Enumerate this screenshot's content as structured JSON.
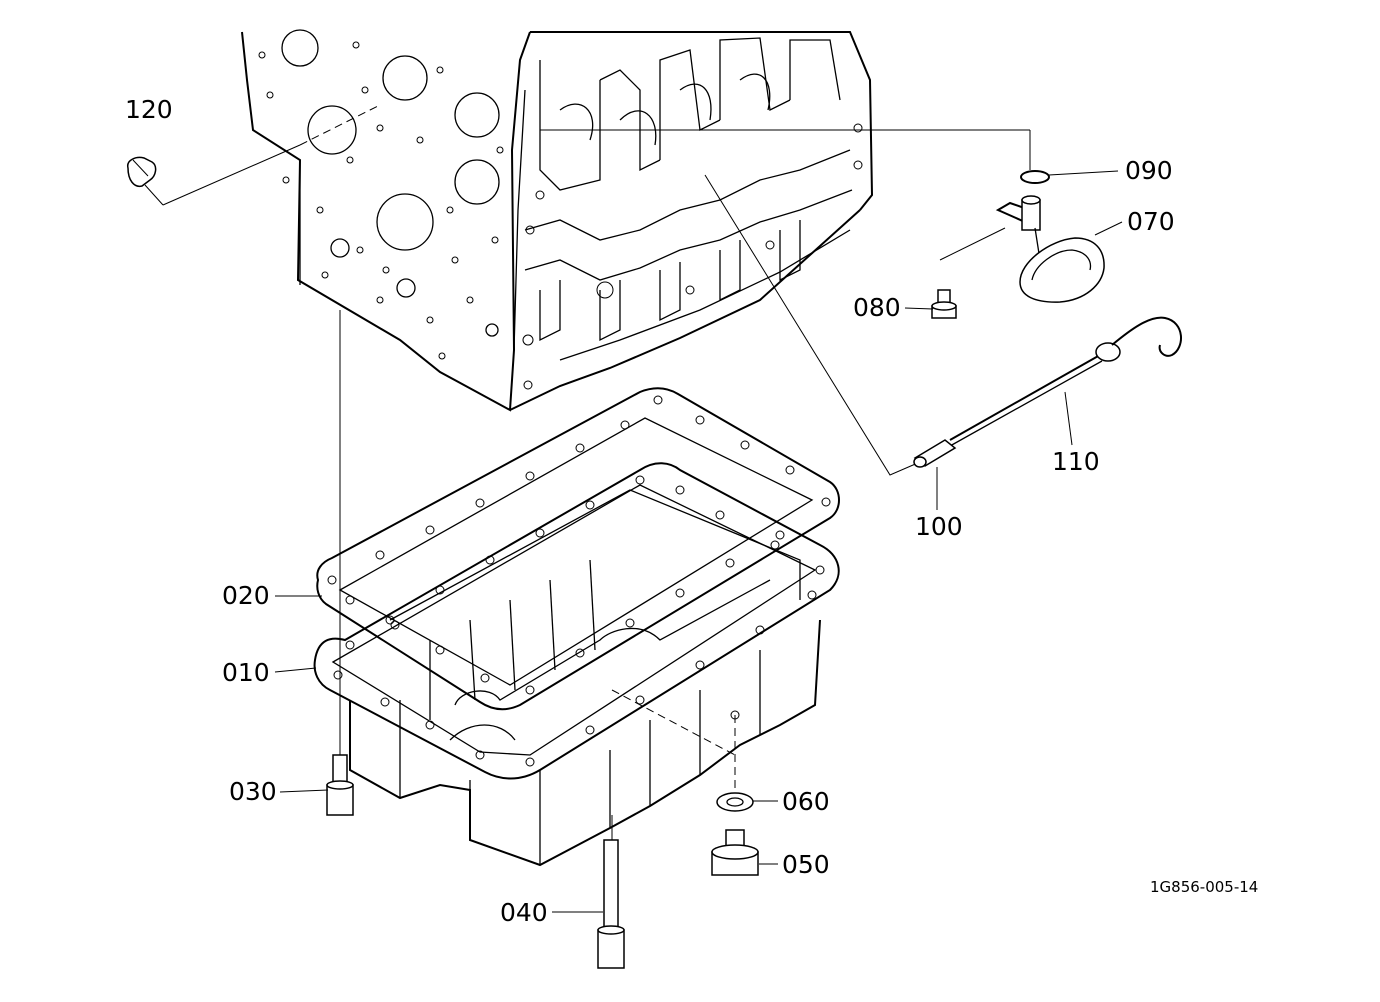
{
  "diagram": {
    "drawing_code": "1G856-005-14",
    "callouts": [
      {
        "id": "120",
        "label": "120"
      },
      {
        "id": "090",
        "label": "090"
      },
      {
        "id": "070",
        "label": "070"
      },
      {
        "id": "080",
        "label": "080"
      },
      {
        "id": "110",
        "label": "110"
      },
      {
        "id": "100",
        "label": "100"
      },
      {
        "id": "020",
        "label": "020"
      },
      {
        "id": "010",
        "label": "010"
      },
      {
        "id": "030",
        "label": "030"
      },
      {
        "id": "060",
        "label": "060"
      },
      {
        "id": "050",
        "label": "050"
      },
      {
        "id": "040",
        "label": "040"
      }
    ]
  }
}
